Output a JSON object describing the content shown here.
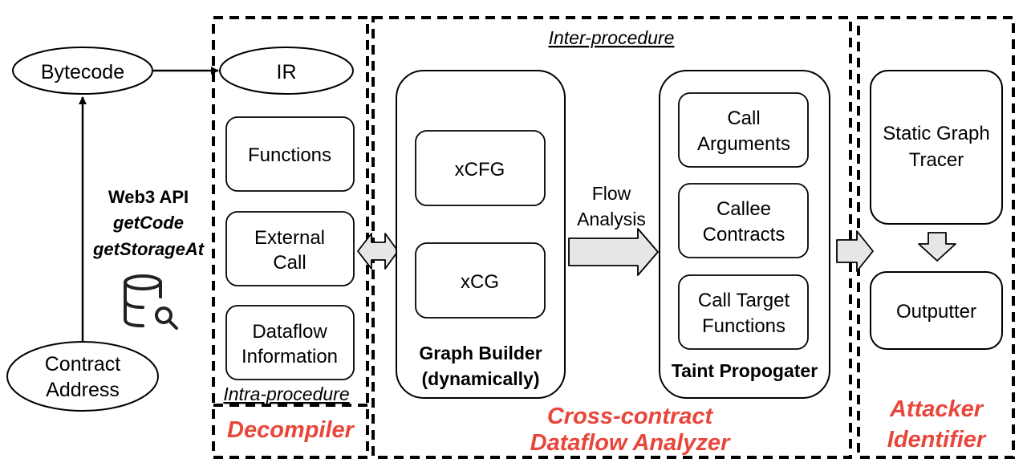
{
  "colors": {
    "accent_red": "#e8463b",
    "arrow_fill": "#e6e6e6",
    "stroke": "#000000"
  },
  "nodes": {
    "bytecode": "Bytecode",
    "ir": "IR",
    "contract_address_line1": "Contract",
    "contract_address_line2": "Address"
  },
  "web3": {
    "title": "Web3 API",
    "method1": "getCode",
    "method2": "getStorageAt",
    "icon": "database-search-icon"
  },
  "decompiler": {
    "items": {
      "functions": "Functions",
      "external_call_line1": "External",
      "external_call_line2": "Call",
      "dataflow_line1": "Dataflow",
      "dataflow_line2": "Information"
    },
    "caption": "Intra-procedure",
    "label": "Decompiler"
  },
  "analyzer": {
    "caption": "Inter-procedure",
    "graph_builder": {
      "xcfg": "xCFG",
      "xcg": "xCG",
      "label_line1": "Graph Builder",
      "label_line2": "(dynamically)"
    },
    "flow_line1": "Flow",
    "flow_line2": "Analysis",
    "taint": {
      "call_args_line1": "Call",
      "call_args_line2": "Arguments",
      "callee_line1": "Callee",
      "callee_line2": "Contracts",
      "target_line1": "Call Target",
      "target_line2": "Functions",
      "label": "Taint Propogater"
    },
    "label_line1": "Cross-contract",
    "label_line2": "Dataflow Analyzer"
  },
  "attacker": {
    "tracer_line1": "Static Graph",
    "tracer_line2": "Tracer",
    "outputter": "Outputter",
    "label_line1": "Attacker",
    "label_line2": "Identifier"
  }
}
